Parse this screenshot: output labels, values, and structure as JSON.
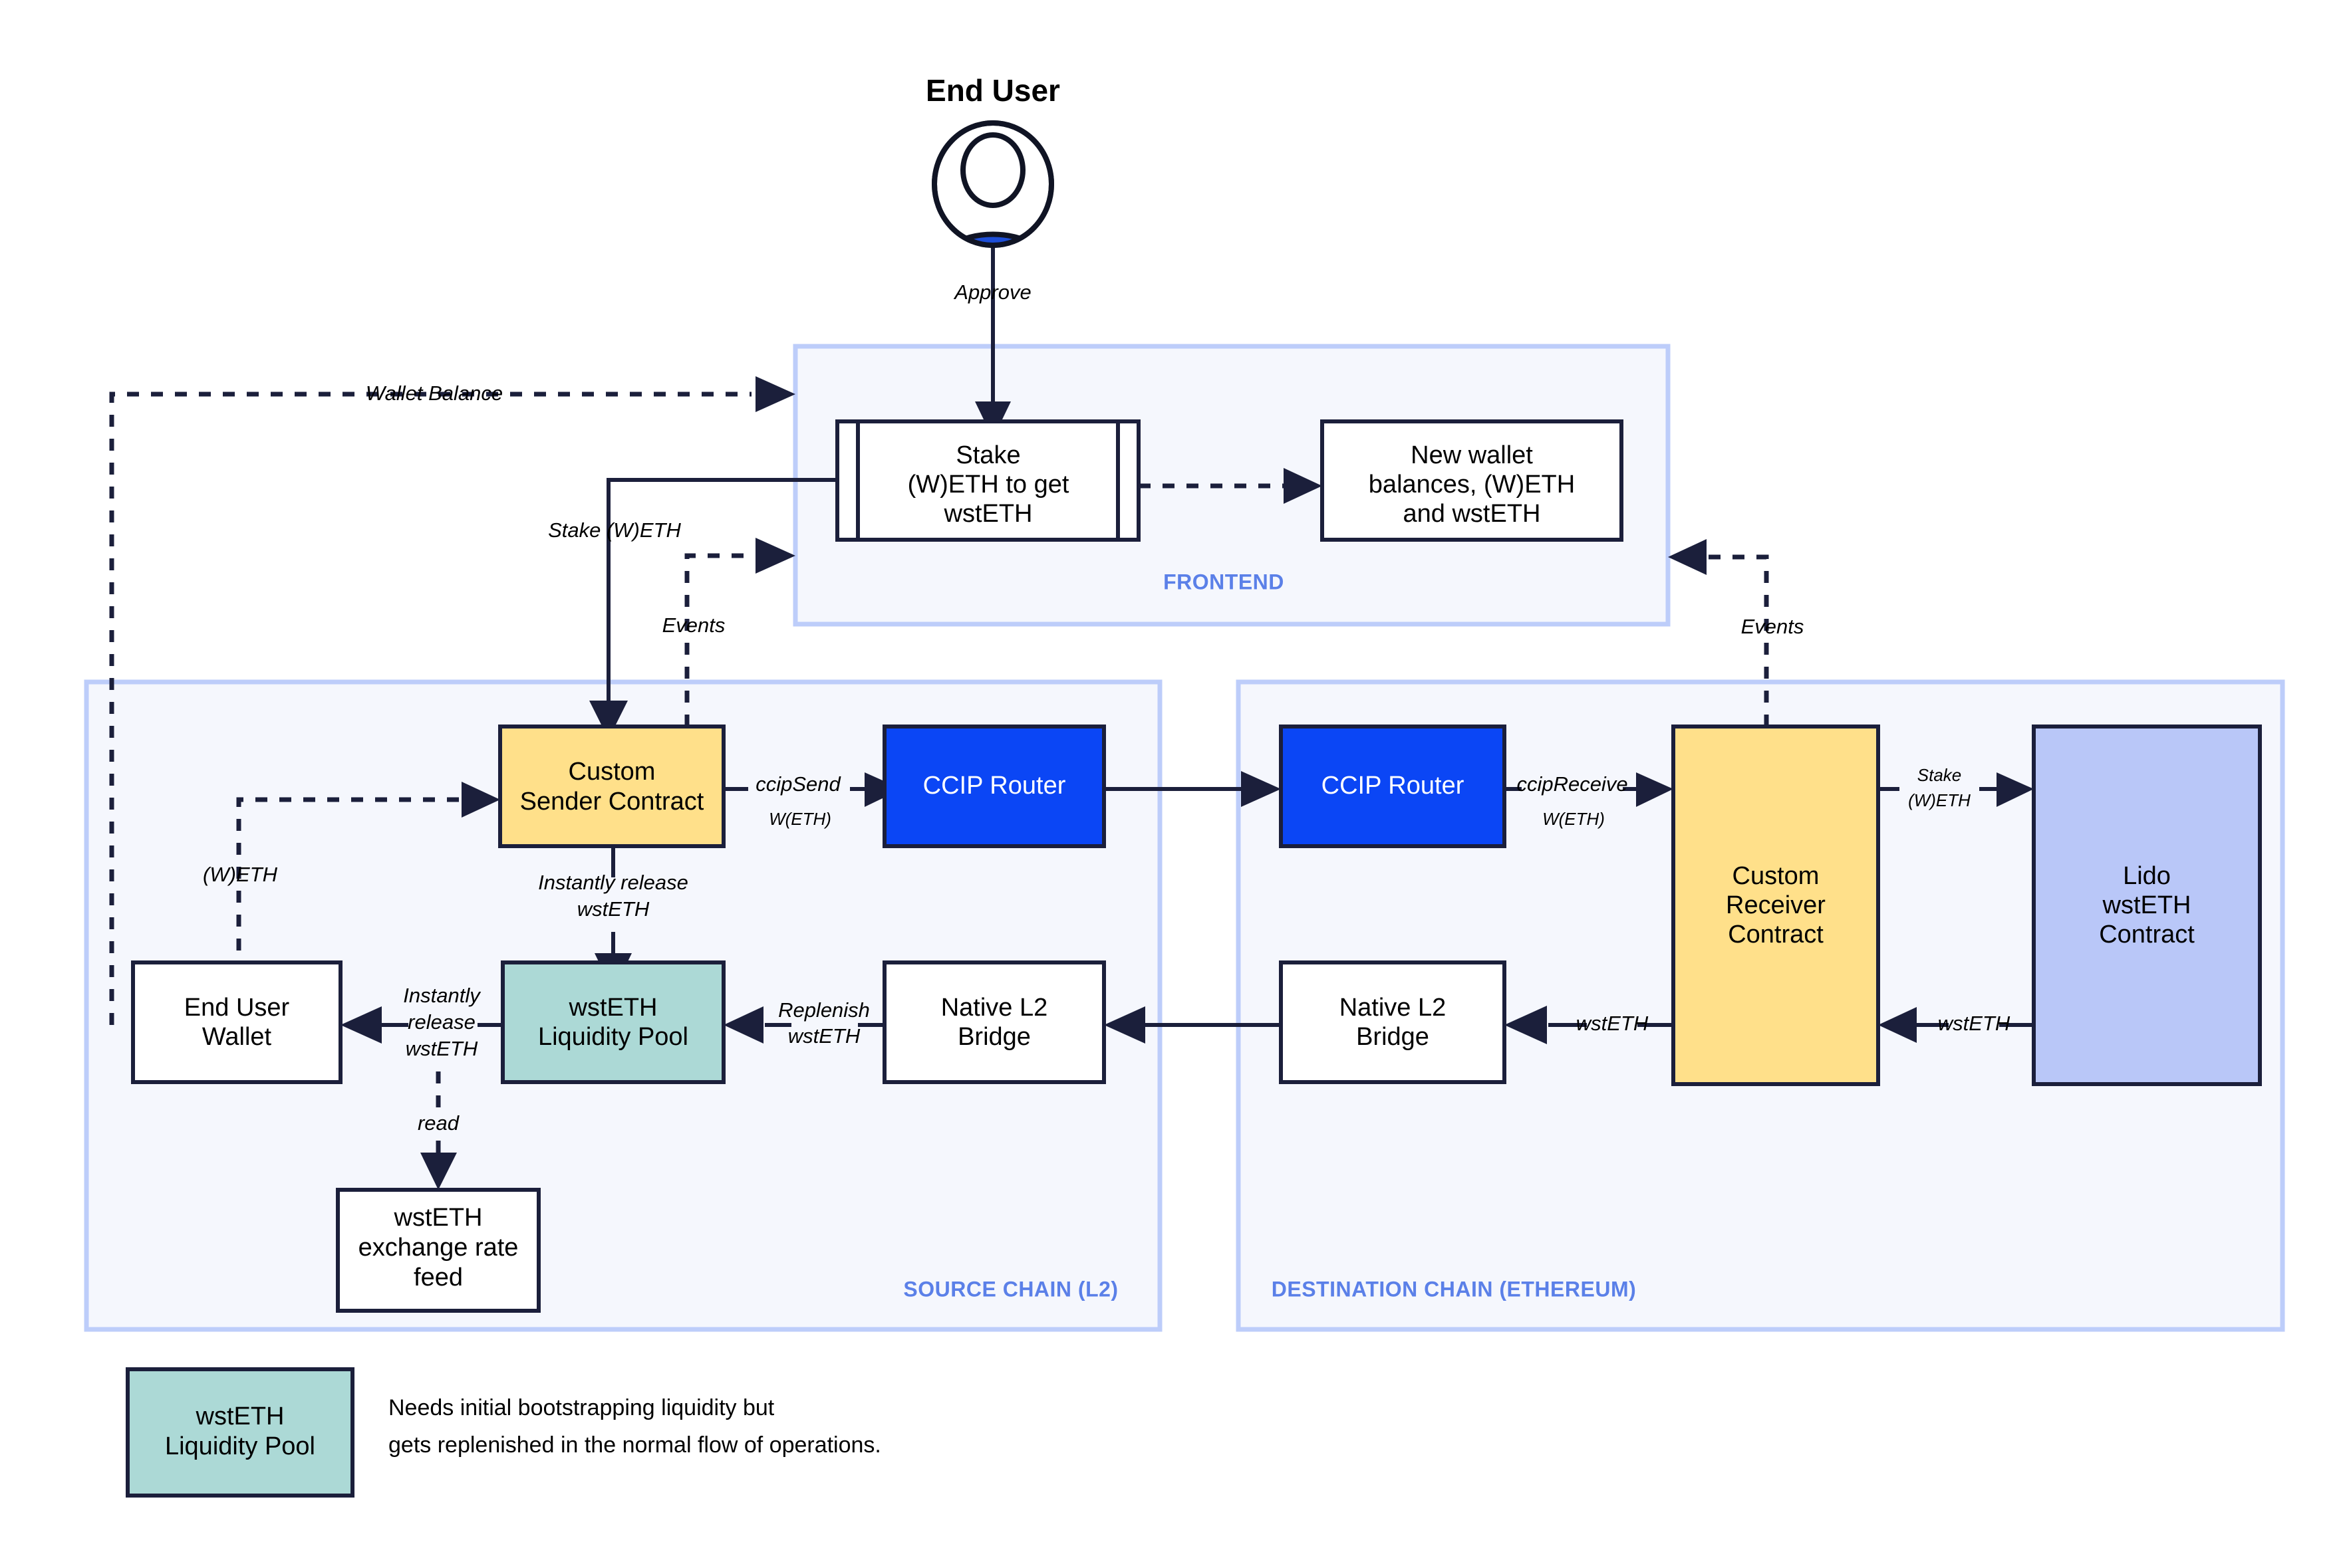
{
  "actor": {
    "title": "End User",
    "icon": "user-avatar-icon"
  },
  "containers": [
    {
      "id": "frontend",
      "label": "FRONTEND"
    },
    {
      "id": "source-chain",
      "label": "SOURCE CHAIN (L2)"
    },
    {
      "id": "destination-chain",
      "label": "DESTINATION CHAIN (ETHEREUM)"
    }
  ],
  "nodes": {
    "stake_frontend": {
      "line1": "Stake",
      "line2": "(W)ETH to get",
      "line3": "wstETH"
    },
    "new_balances": {
      "line1": "New wallet",
      "line2": "balances, (W)ETH",
      "line3": "and wstETH"
    },
    "custom_sender": {
      "line1": "Custom",
      "line2": "Sender Contract"
    },
    "ccip_router_source": {
      "line1": "CCIP Router"
    },
    "ccip_router_dest": {
      "line1": "CCIP Router"
    },
    "custom_receiver": {
      "line1": "Custom",
      "line2": "Receiver",
      "line3": "Contract"
    },
    "lido_contract": {
      "line1": "Lido",
      "line2": "wstETH",
      "line3": "Contract"
    },
    "end_user_wallet": {
      "line1": "End User",
      "line2": "Wallet"
    },
    "liquidity_pool": {
      "line1": "wstETH",
      "line2": "Liquidity Pool"
    },
    "native_bridge_source": {
      "line1": "Native L2",
      "line2": "Bridge"
    },
    "native_bridge_dest": {
      "line1": "Native L2",
      "line2": "Bridge"
    },
    "rate_feed": {
      "line1": "wstETH",
      "line2": "exchange rate",
      "line3": "feed"
    }
  },
  "edges": {
    "approve": "Approve",
    "wallet_balance": "Wallet Balance",
    "stake_weth": "Stake (W)ETH",
    "events_source": "Events",
    "events_dest": "Events",
    "weth": "(W)ETH",
    "ccip_send": "ccipSend",
    "ccip_send_sub": "W(ETH)",
    "ccip_receive": "ccipReceive",
    "ccip_receive_sub": "W(ETH)",
    "instantly_release_pool_1": "Instantly release",
    "instantly_release_pool_2": "wstETH",
    "instantly_release_wallet_1": "Instantly",
    "instantly_release_wallet_2": "release",
    "instantly_release_wallet_3": "wstETH",
    "replenish_1": "Replenish",
    "replenish_2": "wstETH",
    "read": "read",
    "wstETH_receiver_to_bridge": "wstETH",
    "wstETH_lido_to_receiver": "wstETH",
    "stake_weth_dest_1": "Stake",
    "stake_weth_dest_2": "(W)ETH"
  },
  "legend": {
    "swatch_line1": "wstETH",
    "swatch_line2": "Liquidity Pool",
    "note_line1": "Needs initial bootstrapping liquidity but",
    "note_line2": "gets replenished in the normal flow of operations."
  },
  "colors": {
    "accent_blue": "#0b46f5",
    "container_fill": "#f5f7fd",
    "container_border": "#bdcdfa",
    "container_label": "#5b80e8",
    "yellow": "#ffe08a",
    "teal": "#acd9d6",
    "periwinkle": "#b9c7f8",
    "stroke": "#1b1f3b"
  }
}
